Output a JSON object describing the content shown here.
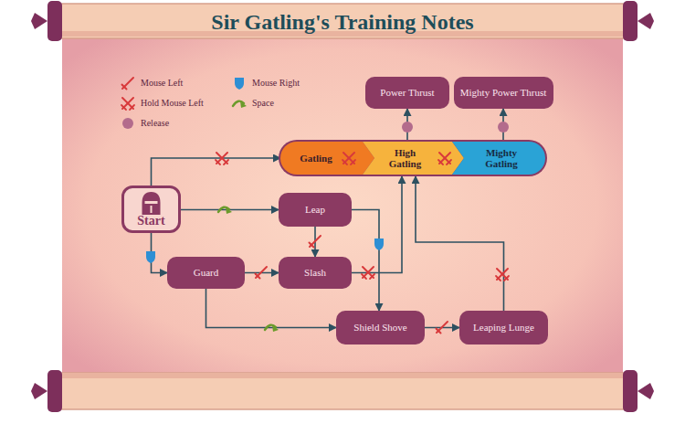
{
  "diagram": {
    "title": "Sir Gatling's Training Notes",
    "nodes": [
      {
        "text": [
          "Power Thrust"
        ]
      },
      {
        "text": [
          "Mighty Power Thrust"
        ]
      },
      {
        "text": [
          "Gatling"
        ]
      },
      {
        "text": [
          "High Gatling"
        ]
      },
      {
        "text": [
          "Mighty Gatling"
        ]
      },
      {
        "text": [
          "Start"
        ]
      },
      {
        "text": [
          "Leap"
        ]
      },
      {
        "text": [
          "Guard"
        ]
      },
      {
        "text": [
          "Slash"
        ]
      },
      {
        "text": [
          "Shield Shove"
        ]
      },
      {
        "text": [
          "Leaping Lunge"
        ]
      }
    ],
    "edges": [
      {
        "from": 5,
        "to": 2,
        "arrow": "to"
      },
      {
        "from": 5,
        "to": 6,
        "arrow": "to"
      },
      {
        "from": 5,
        "to": 7,
        "arrow": "to"
      },
      {
        "from": 6,
        "to": 8,
        "arrow": "to"
      },
      {
        "from": 6,
        "to": 9,
        "arrow": "to"
      },
      {
        "from": 7,
        "to": 8,
        "arrow": "to"
      },
      {
        "from": 7,
        "to": 9,
        "arrow": "to"
      },
      {
        "from": 8,
        "to": 3,
        "arrow": "to"
      },
      {
        "from": 9,
        "to": 10,
        "arrow": "to"
      },
      {
        "from": 10,
        "to": 3,
        "arrow": "to"
      },
      {
        "from": 3,
        "to": 0,
        "arrow": "to"
      },
      {
        "from": 4,
        "to": 1,
        "arrow": "to"
      }
    ],
    "legend": [
      {
        "text": "Mouse Left"
      },
      {
        "text": "Hold Mouse Left"
      },
      {
        "text": "Release"
      },
      {
        "text": "Mouse Right"
      },
      {
        "text": "Space"
      }
    ]
  }
}
